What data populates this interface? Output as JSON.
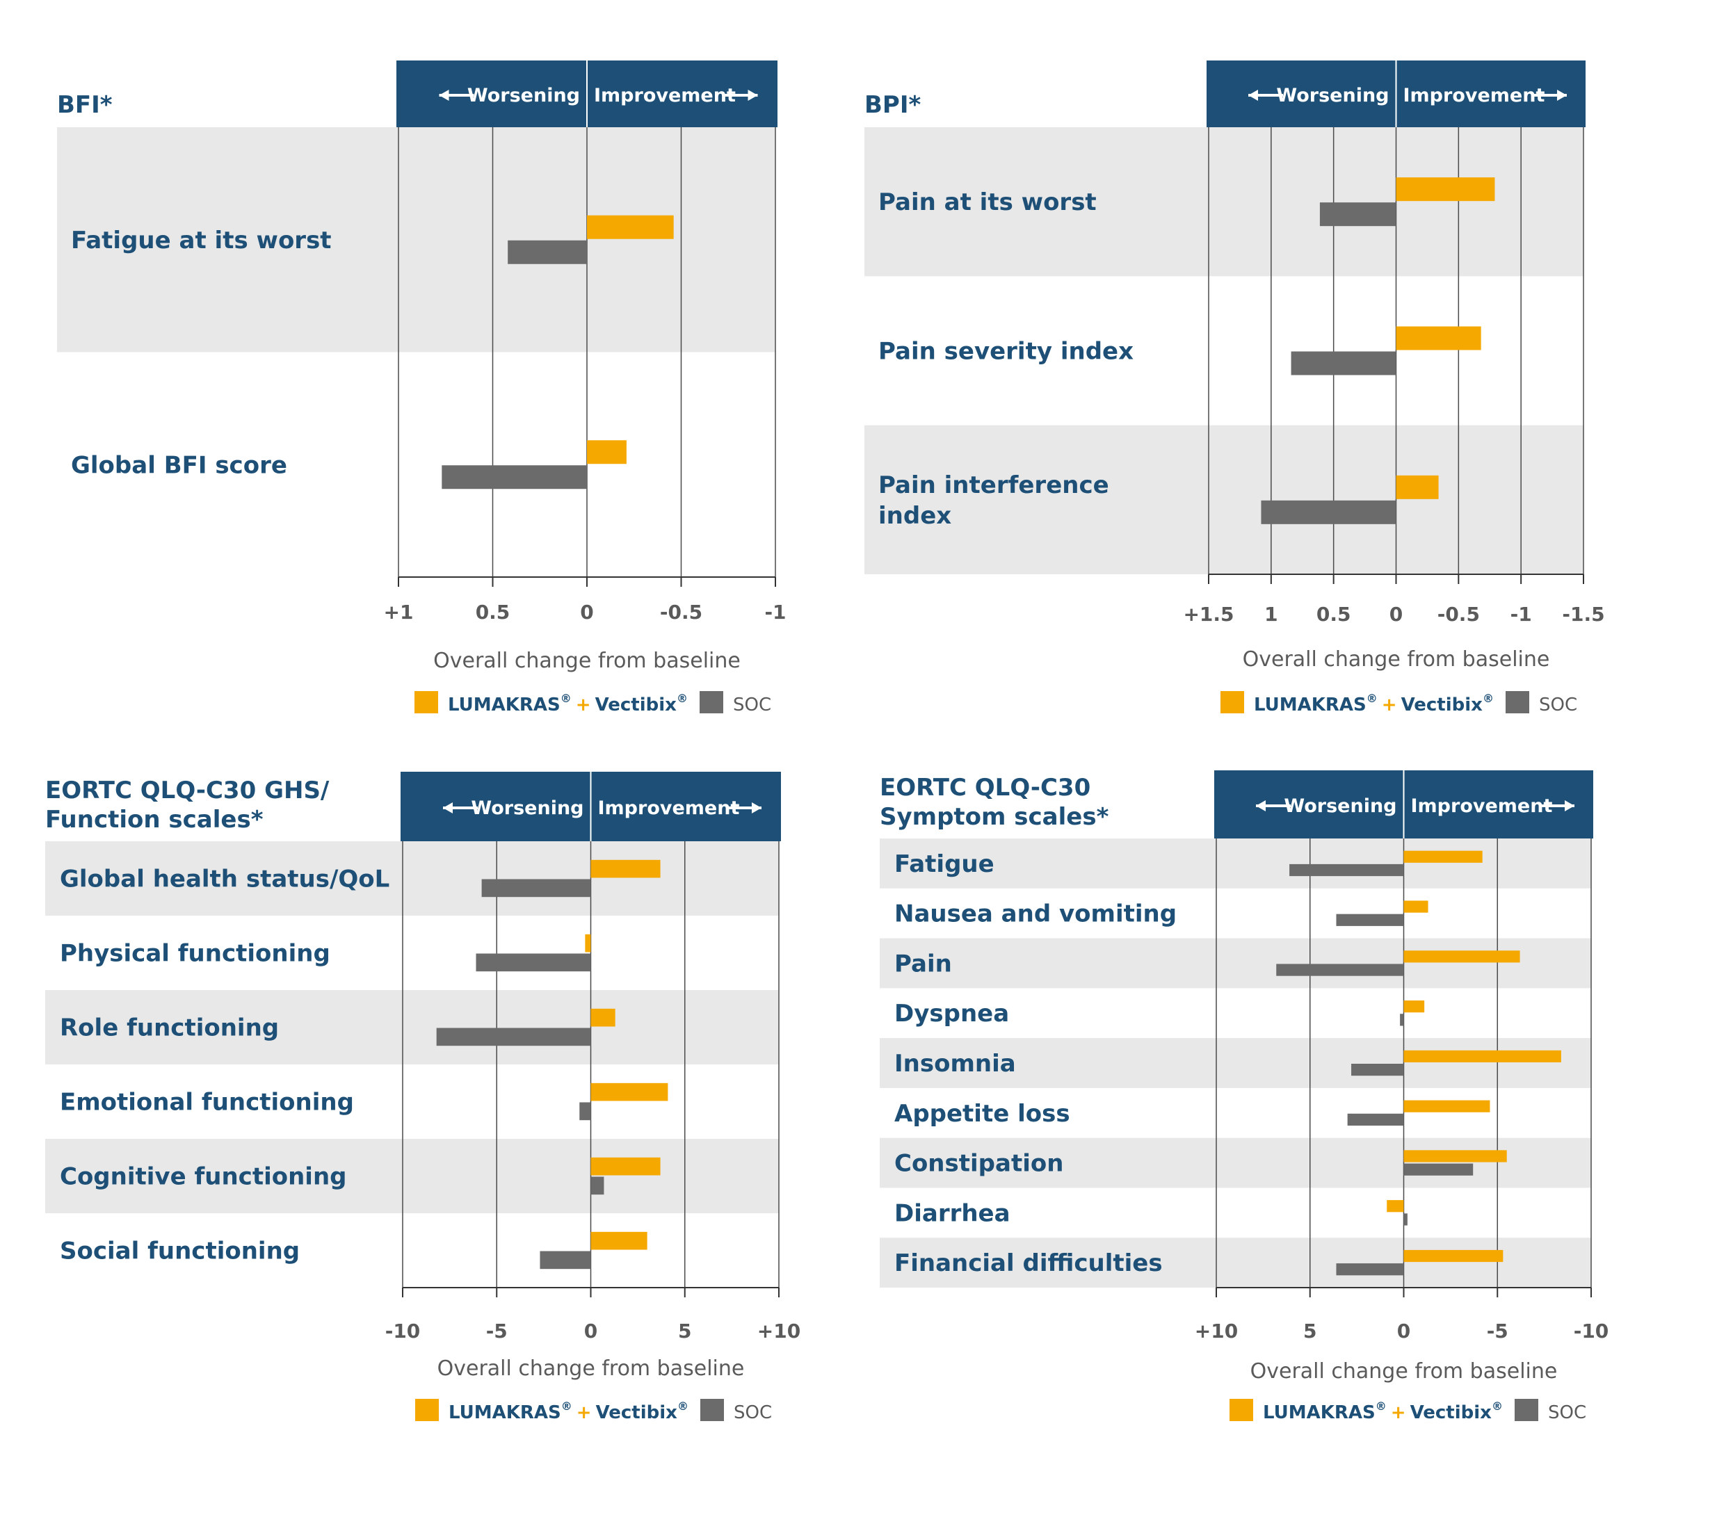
{
  "colors": {
    "treatment": "#F5A800",
    "soc": "#6B6B6B",
    "header_bg": "#1E5077",
    "title": "#1E5077",
    "band": "#E8E8E8",
    "axis_text": "#5a5a5a"
  },
  "header": {
    "worsening": "Worsening",
    "improvement": "Improvement"
  },
  "legend": {
    "treatment_a": "LUMAKRAS",
    "plus": "+",
    "treatment_b": "Vectibix",
    "reg": "®",
    "soc": "SOC"
  },
  "chart_data": [
    {
      "id": "bfi",
      "type": "bar",
      "orientation": "horizontal",
      "title": "BFI*",
      "xlabel": "Overall change from baseline",
      "xlim": [
        1,
        -1
      ],
      "ticks": [
        1,
        0.5,
        0,
        -0.5,
        -1
      ],
      "tick_labels": [
        "+1",
        "0.5",
        "0",
        "-0.5",
        "-1"
      ],
      "categories": [
        "Fatigue at its worst",
        "Global BFI score"
      ],
      "series": [
        {
          "name": "LUMAKRAS® + Vectibix®",
          "values": [
            -0.46,
            -0.21
          ]
        },
        {
          "name": "SOC",
          "values": [
            0.42,
            0.77
          ]
        }
      ]
    },
    {
      "id": "bpi",
      "type": "bar",
      "orientation": "horizontal",
      "title": "BPI*",
      "xlabel": "Overall change from baseline",
      "xlim": [
        1.5,
        -1.5
      ],
      "ticks": [
        1.5,
        1,
        0.5,
        0,
        -0.5,
        -1,
        -1.5
      ],
      "tick_labels": [
        "+1.5",
        "1",
        "0.5",
        "0",
        "-0.5",
        "-1",
        "-1.5"
      ],
      "categories": [
        "Pain at its worst",
        "Pain severity index",
        "Pain interference index"
      ],
      "series": [
        {
          "name": "LUMAKRAS® + Vectibix®",
          "values": [
            -0.79,
            -0.68,
            -0.34
          ]
        },
        {
          "name": "SOC",
          "values": [
            0.61,
            0.84,
            1.08
          ]
        }
      ]
    },
    {
      "id": "eortc_function",
      "type": "bar",
      "orientation": "horizontal",
      "title": "EORTC QLQ-C30 GHS/ Function scales*",
      "xlabel": "Overall change from baseline",
      "xlim": [
        -10,
        10
      ],
      "ticks": [
        -10,
        -5,
        0,
        5,
        10
      ],
      "tick_labels": [
        "-10",
        "-5",
        "0",
        "5",
        "+10"
      ],
      "categories": [
        "Global health status/QoL",
        "Physical functioning",
        "Role functioning",
        "Emotional functioning",
        "Cognitive functioning",
        "Social functioning"
      ],
      "series": [
        {
          "name": "LUMAKRAS® + Vectibix®",
          "values": [
            3.7,
            -0.3,
            1.3,
            4.1,
            3.7,
            3.0
          ]
        },
        {
          "name": "SOC",
          "values": [
            -5.8,
            -6.1,
            -8.2,
            -0.6,
            0.7,
            -2.7
          ]
        }
      ]
    },
    {
      "id": "eortc_symptom",
      "type": "bar",
      "orientation": "horizontal",
      "title": "EORTC QLQ-C30 Symptom scales*",
      "xlabel": "Overall change from baseline",
      "xlim": [
        10,
        -10
      ],
      "ticks": [
        10,
        5,
        0,
        -5,
        -10
      ],
      "tick_labels": [
        "+10",
        "5",
        "0",
        "-5",
        "-10"
      ],
      "categories": [
        "Fatigue",
        "Nausea and vomiting",
        "Pain",
        "Dyspnea",
        "Insomnia",
        "Appetite loss",
        "Constipation",
        "Diarrhea",
        "Financial difficulties"
      ],
      "series": [
        {
          "name": "LUMAKRAS® + Vectibix®",
          "values": [
            -4.2,
            -1.3,
            -6.2,
            -1.1,
            -8.4,
            -4.6,
            -5.5,
            0.9,
            -5.3
          ]
        },
        {
          "name": "SOC",
          "values": [
            6.1,
            3.6,
            6.8,
            0.2,
            2.8,
            3.0,
            -3.7,
            -0.2,
            3.6
          ]
        }
      ]
    }
  ]
}
